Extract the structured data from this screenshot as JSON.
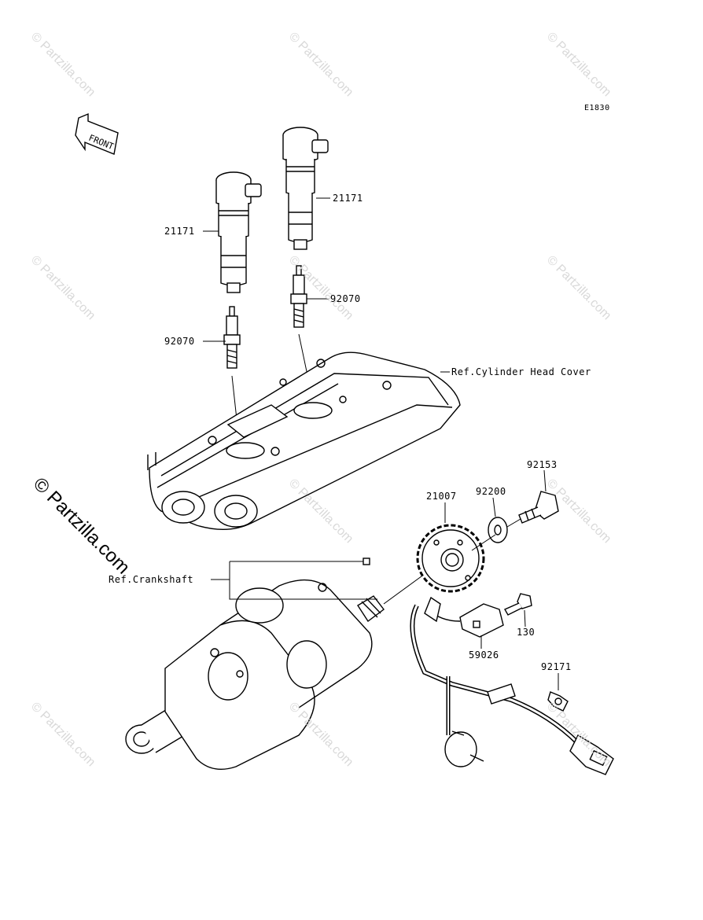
{
  "diagram_code": "E1830",
  "front_label": "FRONT",
  "watermark": "© Partzilla.com",
  "labels": {
    "coil_left": "21171",
    "coil_right": "21171",
    "plug_left": "92070",
    "plug_right": "92070",
    "head_cover": "Ref.Cylinder Head Cover",
    "crankshaft": "Ref.Crankshaft",
    "rotor": "21007",
    "washer": "92200",
    "bolt_rotor": "92153",
    "bolt_sensor": "130",
    "sensor": "59026",
    "clamp": "92171"
  }
}
